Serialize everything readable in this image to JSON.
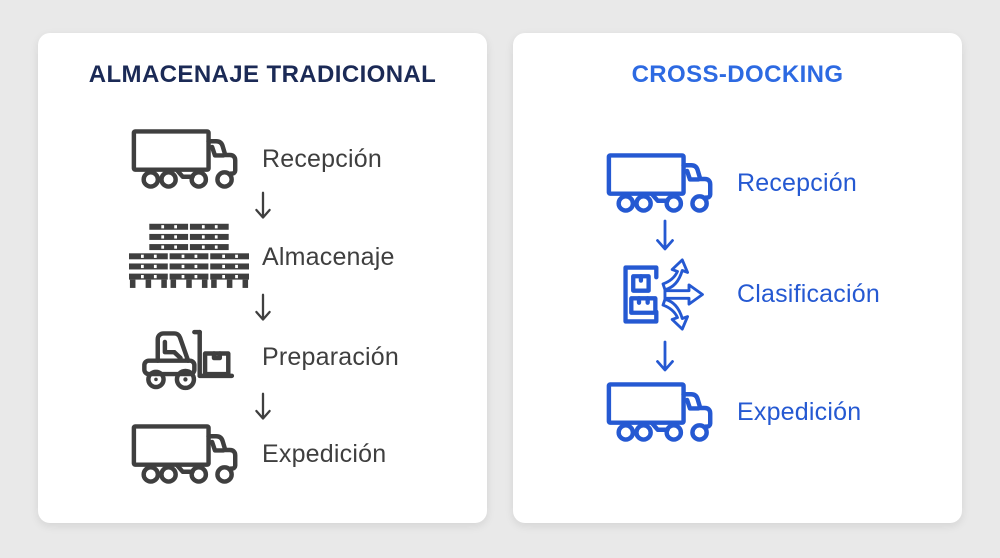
{
  "colors": {
    "background": "#e9e9e9",
    "card": "#ffffff",
    "traditional_title": "#1b2a56",
    "traditional_accent": "#3f3f3f",
    "crossdocking_title": "#2d6ae2",
    "crossdocking_accent": "#2559d2"
  },
  "left_card": {
    "title": "ALMACENAJE TRADICIONAL",
    "steps": [
      {
        "label": "Recepción",
        "icon": "truck-icon"
      },
      {
        "label": "Almacenaje",
        "icon": "pallet-stack-icon"
      },
      {
        "label": "Preparación",
        "icon": "forklift-icon"
      },
      {
        "label": "Expedición",
        "icon": "truck-icon"
      }
    ]
  },
  "right_card": {
    "title": "CROSS-DOCKING",
    "steps": [
      {
        "label": "Recepción",
        "icon": "truck-icon"
      },
      {
        "label": "Clasificación",
        "icon": "sorting-arrows-icon"
      },
      {
        "label": "Expedición",
        "icon": "truck-icon"
      }
    ]
  }
}
